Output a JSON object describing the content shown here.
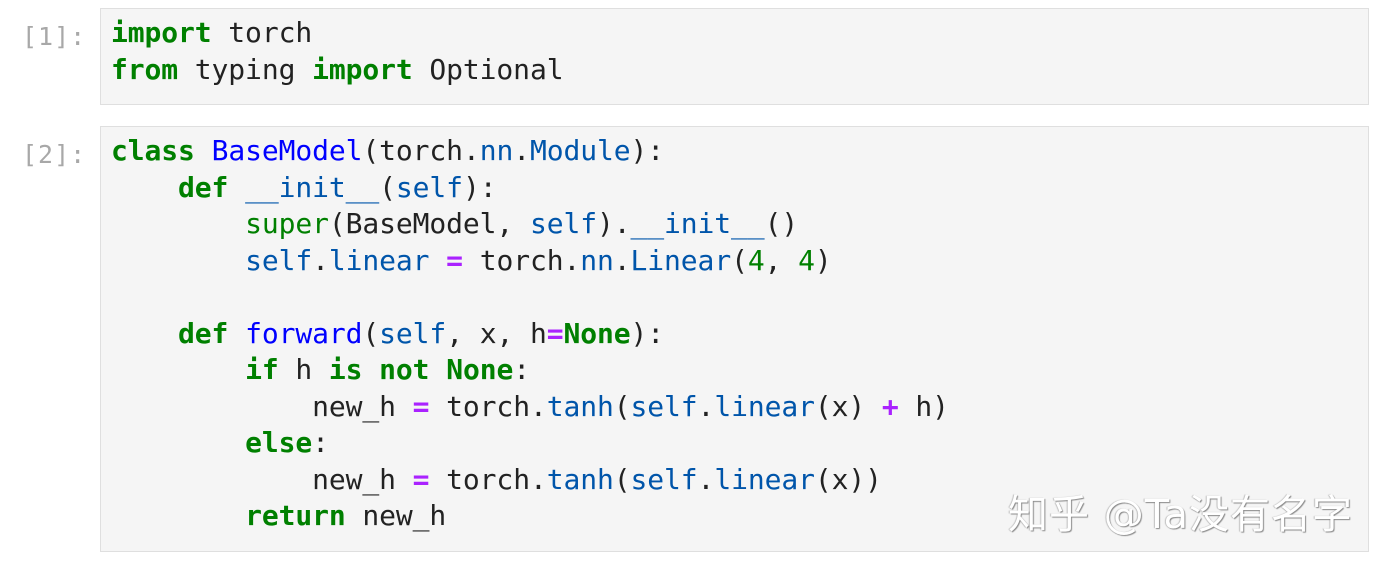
{
  "cells": [
    {
      "prompt": "[1]:",
      "lines": [
        [
          {
            "t": "import",
            "c": "k"
          },
          {
            "t": " torch"
          }
        ],
        [
          {
            "t": "from",
            "c": "k"
          },
          {
            "t": " typing "
          },
          {
            "t": "import",
            "c": "k"
          },
          {
            "t": " Optional"
          }
        ]
      ]
    },
    {
      "prompt": "[2]:",
      "lines": [
        [
          {
            "t": "class",
            "c": "k"
          },
          {
            "t": " "
          },
          {
            "t": "BaseModel",
            "c": "nc"
          },
          {
            "t": "(torch"
          },
          {
            "t": "."
          },
          {
            "t": "nn",
            "c": "na"
          },
          {
            "t": "."
          },
          {
            "t": "Module",
            "c": "na"
          },
          {
            "t": "):"
          }
        ],
        [
          {
            "t": "    "
          },
          {
            "t": "def",
            "c": "k"
          },
          {
            "t": " "
          },
          {
            "t": "__init__",
            "c": "bp"
          },
          {
            "t": "("
          },
          {
            "t": "self",
            "c": "bp"
          },
          {
            "t": "):"
          }
        ],
        [
          {
            "t": "        "
          },
          {
            "t": "super",
            "c": "nb"
          },
          {
            "t": "(BaseModel, "
          },
          {
            "t": "self",
            "c": "bp"
          },
          {
            "t": ")."
          },
          {
            "t": "__init__",
            "c": "bp"
          },
          {
            "t": "()"
          }
        ],
        [
          {
            "t": "        "
          },
          {
            "t": "self",
            "c": "bp"
          },
          {
            "t": "."
          },
          {
            "t": "linear",
            "c": "na"
          },
          {
            "t": " "
          },
          {
            "t": "=",
            "c": "o"
          },
          {
            "t": " torch."
          },
          {
            "t": "nn",
            "c": "na"
          },
          {
            "t": "."
          },
          {
            "t": "Linear",
            "c": "na"
          },
          {
            "t": "("
          },
          {
            "t": "4",
            "c": "mi"
          },
          {
            "t": ", "
          },
          {
            "t": "4",
            "c": "mi"
          },
          {
            "t": ")"
          }
        ],
        [
          {
            "t": ""
          }
        ],
        [
          {
            "t": "    "
          },
          {
            "t": "def",
            "c": "k"
          },
          {
            "t": " "
          },
          {
            "t": "forward",
            "c": "nf"
          },
          {
            "t": "("
          },
          {
            "t": "self",
            "c": "bp"
          },
          {
            "t": ", x, h"
          },
          {
            "t": "=",
            "c": "o"
          },
          {
            "t": "None",
            "c": "k"
          },
          {
            "t": "):"
          }
        ],
        [
          {
            "t": "        "
          },
          {
            "t": "if",
            "c": "k"
          },
          {
            "t": " h "
          },
          {
            "t": "is",
            "c": "k"
          },
          {
            "t": " "
          },
          {
            "t": "not",
            "c": "k"
          },
          {
            "t": " "
          },
          {
            "t": "None",
            "c": "k"
          },
          {
            "t": ":"
          }
        ],
        [
          {
            "t": "            new_h "
          },
          {
            "t": "=",
            "c": "o"
          },
          {
            "t": " torch."
          },
          {
            "t": "tanh",
            "c": "na"
          },
          {
            "t": "("
          },
          {
            "t": "self",
            "c": "bp"
          },
          {
            "t": "."
          },
          {
            "t": "linear",
            "c": "na"
          },
          {
            "t": "(x) "
          },
          {
            "t": "+",
            "c": "o"
          },
          {
            "t": " h)"
          }
        ],
        [
          {
            "t": "        "
          },
          {
            "t": "else",
            "c": "k"
          },
          {
            "t": ":"
          }
        ],
        [
          {
            "t": "            new_h "
          },
          {
            "t": "=",
            "c": "o"
          },
          {
            "t": " torch."
          },
          {
            "t": "tanh",
            "c": "na"
          },
          {
            "t": "("
          },
          {
            "t": "self",
            "c": "bp"
          },
          {
            "t": "."
          },
          {
            "t": "linear",
            "c": "na"
          },
          {
            "t": "(x))"
          }
        ],
        [
          {
            "t": "        "
          },
          {
            "t": "return",
            "c": "k"
          },
          {
            "t": " new_h"
          }
        ]
      ]
    }
  ],
  "watermark": "知乎 @Ta没有名字"
}
